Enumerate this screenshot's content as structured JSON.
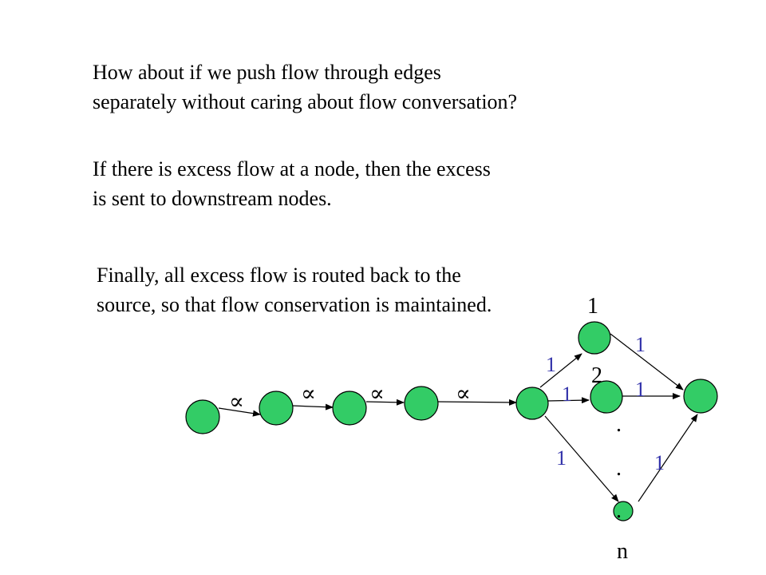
{
  "paragraphs": [
    {
      "lines": [
        "How about if we push flow through edges",
        "separately without caring about flow conversation?"
      ]
    },
    {
      "lines": [
        "If there is excess flow at a node, then the excess",
        "is sent to downstream nodes."
      ]
    },
    {
      "lines": [
        "Finally, all excess flow is routed back to the",
        "source, so that flow conservation is maintained."
      ]
    }
  ],
  "graph": {
    "node_color": "#33cc66",
    "edge_label_color": "#3333aa",
    "infinity_symbol": "∝",
    "node_labels": {
      "top": "1",
      "middle": "2",
      "bottom": "n"
    },
    "ellipsis_dots": [
      ".",
      ".",
      "."
    ],
    "capacity_labels": {
      "to_top": "1",
      "to_middle": "1",
      "to_bottom": "1",
      "top_to_sink": "1",
      "middle_to_sink": "1",
      "bottom_to_sink": "1"
    }
  }
}
